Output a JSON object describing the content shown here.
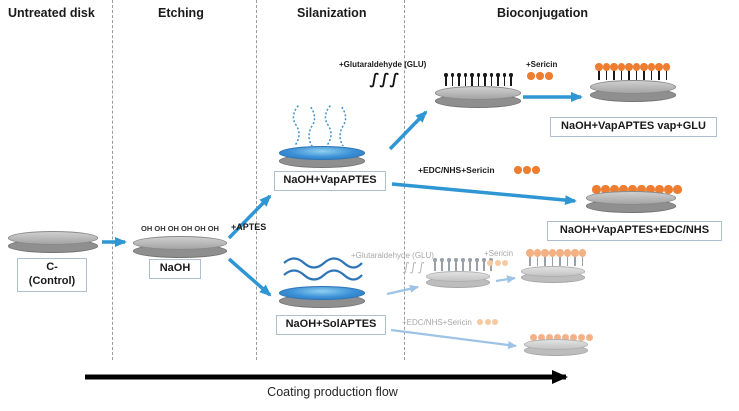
{
  "columns": [
    {
      "label": "Untreated disk"
    },
    {
      "label": "Etching"
    },
    {
      "label": "Silanization"
    },
    {
      "label": "Bioconjugation"
    }
  ],
  "stations": {
    "control": {
      "line1": "C-",
      "line2": "(Control)"
    },
    "naoh": {
      "surface": "OH OH OH OH OH OH",
      "label": "NaOH"
    },
    "vap_aptes": {
      "label": "NaOH+VapAPTES"
    },
    "sol_aptes": {
      "label": "NaOH+SolAPTES"
    },
    "vap_glu": {
      "label": "NaOH+VapAPTES vap+GLU"
    },
    "vap_edc": {
      "label": "NaOH+VapAPTES+EDC/NHS"
    }
  },
  "annotations": {
    "aptes": "+APTES",
    "glutaraldehyde": "+Glutaraldehyde (GLU)",
    "sericin": "+Sericin",
    "edc_nhs_sericin": "+EDC/NHS+Sericin"
  },
  "footer": {
    "flow_label": "Coating production flow"
  },
  "colors": {
    "arrow_blue": "#2E96D3",
    "arrow_light_blue": "#9DC3E6",
    "sericin_orange": "#ED7D31",
    "sericin_orange_light": "#F4B183",
    "disk_gray": "#A6A6A6",
    "coating_blue": "#2E75B6",
    "separator_gray": "#9A9A9A"
  }
}
